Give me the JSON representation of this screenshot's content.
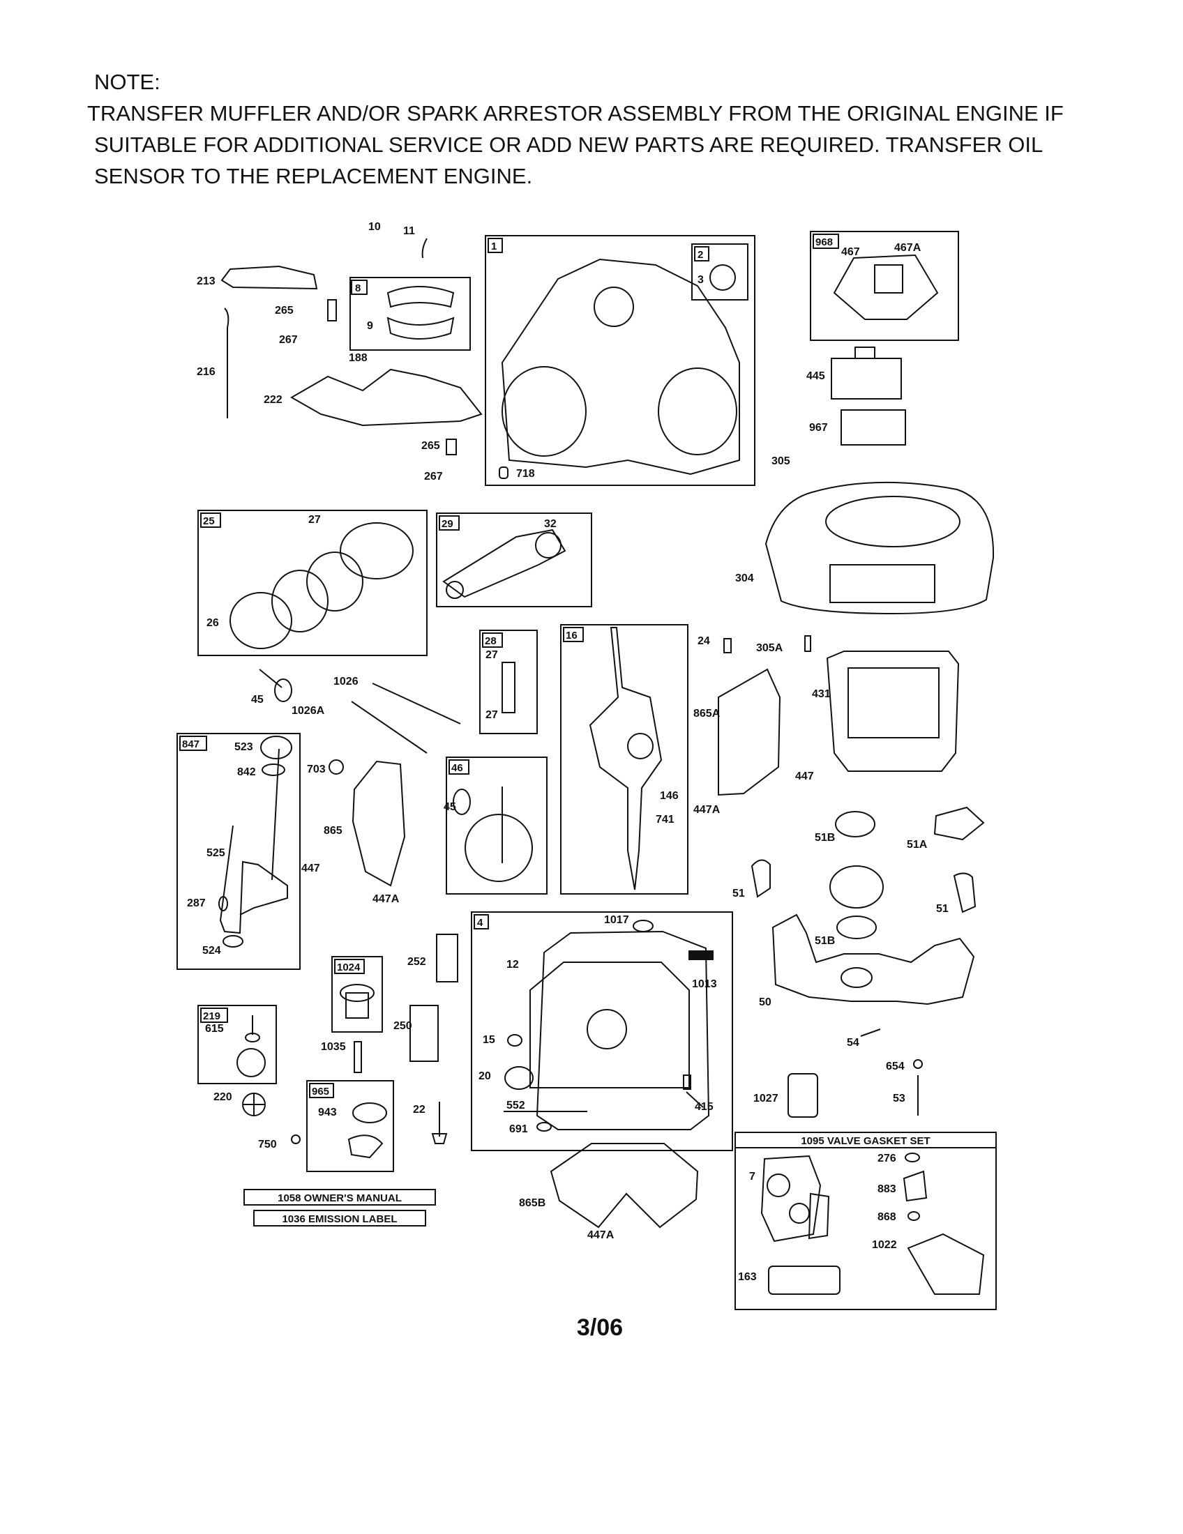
{
  "note": {
    "heading": "NOTE:",
    "line1": "TRANSFER MUFFLER AND/OR SPARK ARRESTOR ASSEMBLY FROM THE ORIGINAL ENGINE IF",
    "line2": "SUITABLE FOR ADDITIONAL SERVICE OR ADD NEW PARTS ARE REQUIRED. TRANSFER OIL",
    "line3": "SENSOR TO THE REPLACEMENT ENGINE."
  },
  "page_number": "3/06",
  "labels": {
    "owners_manual": "1058 OWNER'S MANUAL",
    "emission_label": "1036 EMISSION LABEL",
    "valve_gasket_set": "1095 VALVE GASKET SET"
  },
  "boxes": [
    "1",
    "2",
    "8",
    "968",
    "25",
    "29",
    "28",
    "16",
    "847",
    "46",
    "4",
    "1024",
    "219",
    "965"
  ],
  "parts": [
    "10",
    "11",
    "213",
    "265",
    "267",
    "216",
    "188",
    "222",
    "9",
    "3",
    "718",
    "467",
    "467A",
    "445",
    "967",
    "305",
    "27",
    "26",
    "32",
    "304",
    "24",
    "305A",
    "45",
    "1026",
    "1026A",
    "865A",
    "431",
    "523",
    "842",
    "703",
    "447",
    "146",
    "741",
    "447A",
    "865",
    "525",
    "51B",
    "51A",
    "51",
    "287",
    "524",
    "252",
    "1017",
    "12",
    "1013",
    "50",
    "615",
    "250",
    "15",
    "54",
    "1035",
    "654",
    "220",
    "20",
    "1027",
    "53",
    "943",
    "552",
    "415",
    "22",
    "691",
    "750",
    "865B",
    "276",
    "7",
    "883",
    "868",
    "1022",
    "163"
  ]
}
